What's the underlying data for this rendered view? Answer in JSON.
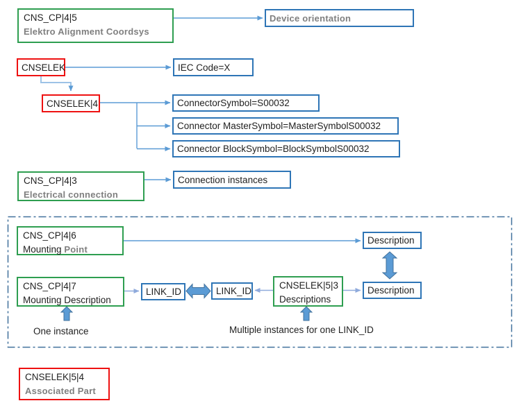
{
  "diagram": {
    "boxes": {
      "cns_cp_4_5": {
        "id": "CNS_CP|4|5",
        "subtitle": "Elektro Alignment Coordsys"
      },
      "device_orientation": {
        "label": "Device orientation"
      },
      "cnselek": {
        "id": "CNSELEK"
      },
      "iec_code": {
        "label": "IEC Code=X"
      },
      "cnselek_4": {
        "id": "CNSELEK|4"
      },
      "connector_symbol": {
        "label": "ConnectorSymbol=S00032"
      },
      "connector_master_symbol": {
        "label": "Connector MasterSymbol=MasterSymbolS00032"
      },
      "connector_block_symbol": {
        "label": "Connector BlockSymbol=BlockSymbolS00032"
      },
      "cns_cp_4_3": {
        "id": "CNS_CP|4|3",
        "subtitle": "Electrical connection"
      },
      "connection_instances": {
        "label": "Connection instances"
      },
      "cns_cp_4_6": {
        "id": "CNS_CP|4|6",
        "subtitle_dark": "Mounting",
        "subtitle_gray": "Point"
      },
      "description_top": {
        "label": "Description"
      },
      "cns_cp_4_7": {
        "id": "CNS_CP|4|7",
        "subtitle_plain": "Mounting Description"
      },
      "link_id_left": {
        "label": "LINK_ID"
      },
      "link_id_right": {
        "label": "LINK_ID"
      },
      "cnselek_5_3": {
        "id": "CNSELEK|5|3",
        "subtitle_plain": "Descriptions"
      },
      "description_bottom": {
        "label": "Description"
      },
      "cnselek_5_4": {
        "id": "CNSELEK|5|4",
        "subtitle": "Associated Part"
      }
    },
    "annotations": {
      "one_instance": "One instance",
      "multiple_instances": "Multiple instances for one LINK_ID"
    },
    "colors": {
      "green_border": "#2e9e50",
      "red_border": "#ee1111",
      "blue_border": "#2e75b6",
      "connector_blue": "#5b9bd5",
      "connector_light_blue": "#8faadc",
      "block_arrow_fill": "#5b9bd5",
      "block_arrow_stroke": "#41719c",
      "dashed_frame": "#41719c",
      "subtitle_gray": "#7f7f7f",
      "text_dark": "#1f1f1f"
    }
  }
}
